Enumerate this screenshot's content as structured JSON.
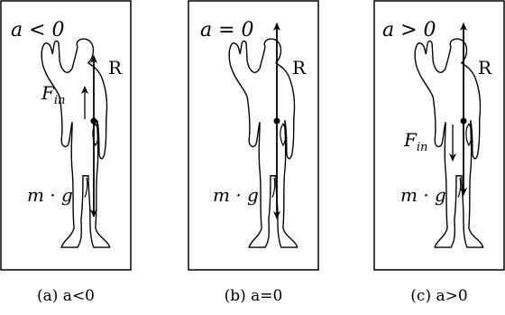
{
  "panels": [
    {
      "condition": "a < 0",
      "force_label": "F",
      "force_sub": "in",
      "reaction_label": "R",
      "weight_label": "m · g",
      "caption": "(a) a<0"
    },
    {
      "condition": "a = 0",
      "force_label": "",
      "force_sub": "",
      "reaction_label": "R",
      "weight_label": "m · g",
      "caption": "(b) a=0"
    },
    {
      "condition": "a > 0",
      "force_label": "F",
      "force_sub": "in",
      "reaction_label": "R",
      "weight_label": "m · g",
      "caption": "(c) a>0"
    }
  ]
}
